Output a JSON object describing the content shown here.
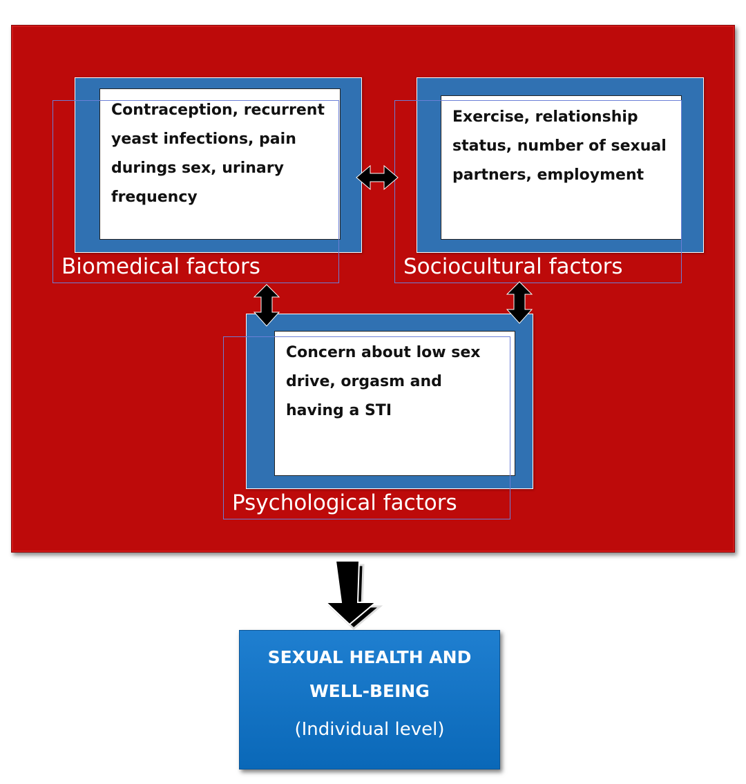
{
  "biomedical": {
    "label": "Biomedical factors",
    "text": "Contraception, recurrent yeast infections, pain durings sex, urinary frequency"
  },
  "sociocultural": {
    "label": "Sociocultural factors",
    "text": "Exercise, relationship status, number of sexual partners, employment"
  },
  "psychological": {
    "label": "Psychological factors",
    "text": "Concern about low sex drive, orgasm and having a STI"
  },
  "outcome": {
    "title": "SEXUAL HEALTH AND WELL-BEING",
    "level": "(Individual level)"
  },
  "colors": {
    "panel": "#bd0a0a",
    "factor_frame": "#3071b2",
    "outcome": "#0a68b8",
    "arrow": "#000000"
  }
}
